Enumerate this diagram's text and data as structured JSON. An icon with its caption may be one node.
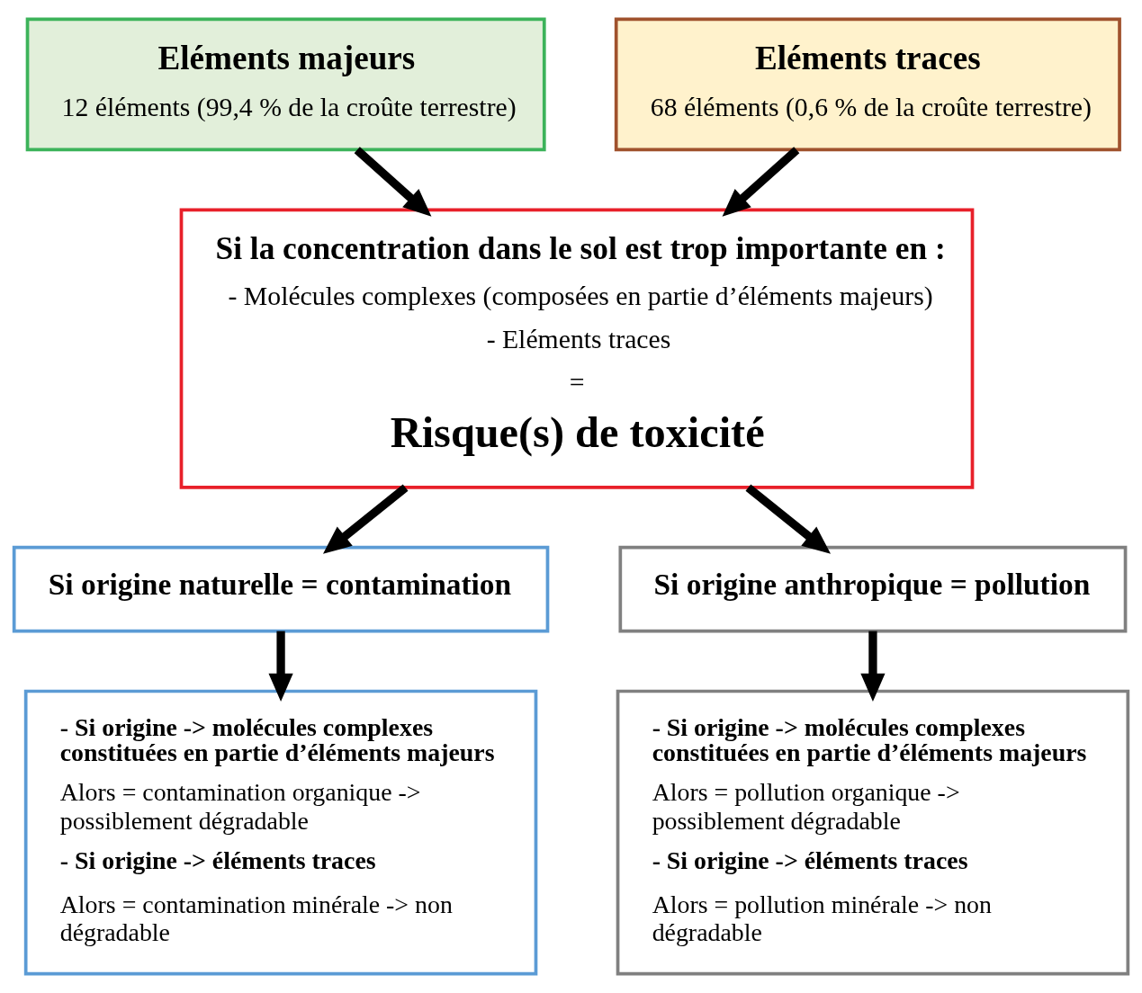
{
  "diagram": {
    "nodes": [
      {
        "text": [
          "Eléments majeurs",
          "12 éléments (99,4 % de la croûte terrestre)"
        ]
      },
      {
        "text": [
          "Eléments traces",
          "68 éléments (0,6 % de la croûte terrestre)"
        ]
      },
      {
        "text": [
          "Si la concentration dans le sol est trop importante en :",
          "- Molécules complexes (composées en partie d’éléments majeurs)",
          "- Eléments traces",
          "=",
          "Risque(s) de toxicité"
        ]
      },
      {
        "text": [
          "Si origine naturelle = contamination"
        ]
      },
      {
        "text": [
          "Si origine anthropique = pollution"
        ]
      },
      {
        "text": [
          "- Si origine -> molécules complexes constituées en partie d’éléments majeurs",
          "Alors = contamination organique -> possiblement dégradable",
          "- Si origine -> éléments traces",
          "Alors = contamination minérale -> non dégradable"
        ]
      },
      {
        "text": [
          "- Si origine -> molécules complexes constituées en partie d’éléments majeurs",
          "Alors = pollution organique -> possiblement dégradable",
          "- Si origine -> éléments traces",
          "Alors = pollution minérale -> non dégradable"
        ]
      }
    ],
    "edges": [
      {
        "from": 0,
        "to": 2,
        "arrow": "to"
      },
      {
        "from": 1,
        "to": 2,
        "arrow": "to"
      },
      {
        "from": 2,
        "to": 3,
        "arrow": "to"
      },
      {
        "from": 2,
        "to": 4,
        "arrow": "to"
      },
      {
        "from": 3,
        "to": 5,
        "arrow": "to"
      },
      {
        "from": 4,
        "to": 6,
        "arrow": "to"
      }
    ]
  }
}
